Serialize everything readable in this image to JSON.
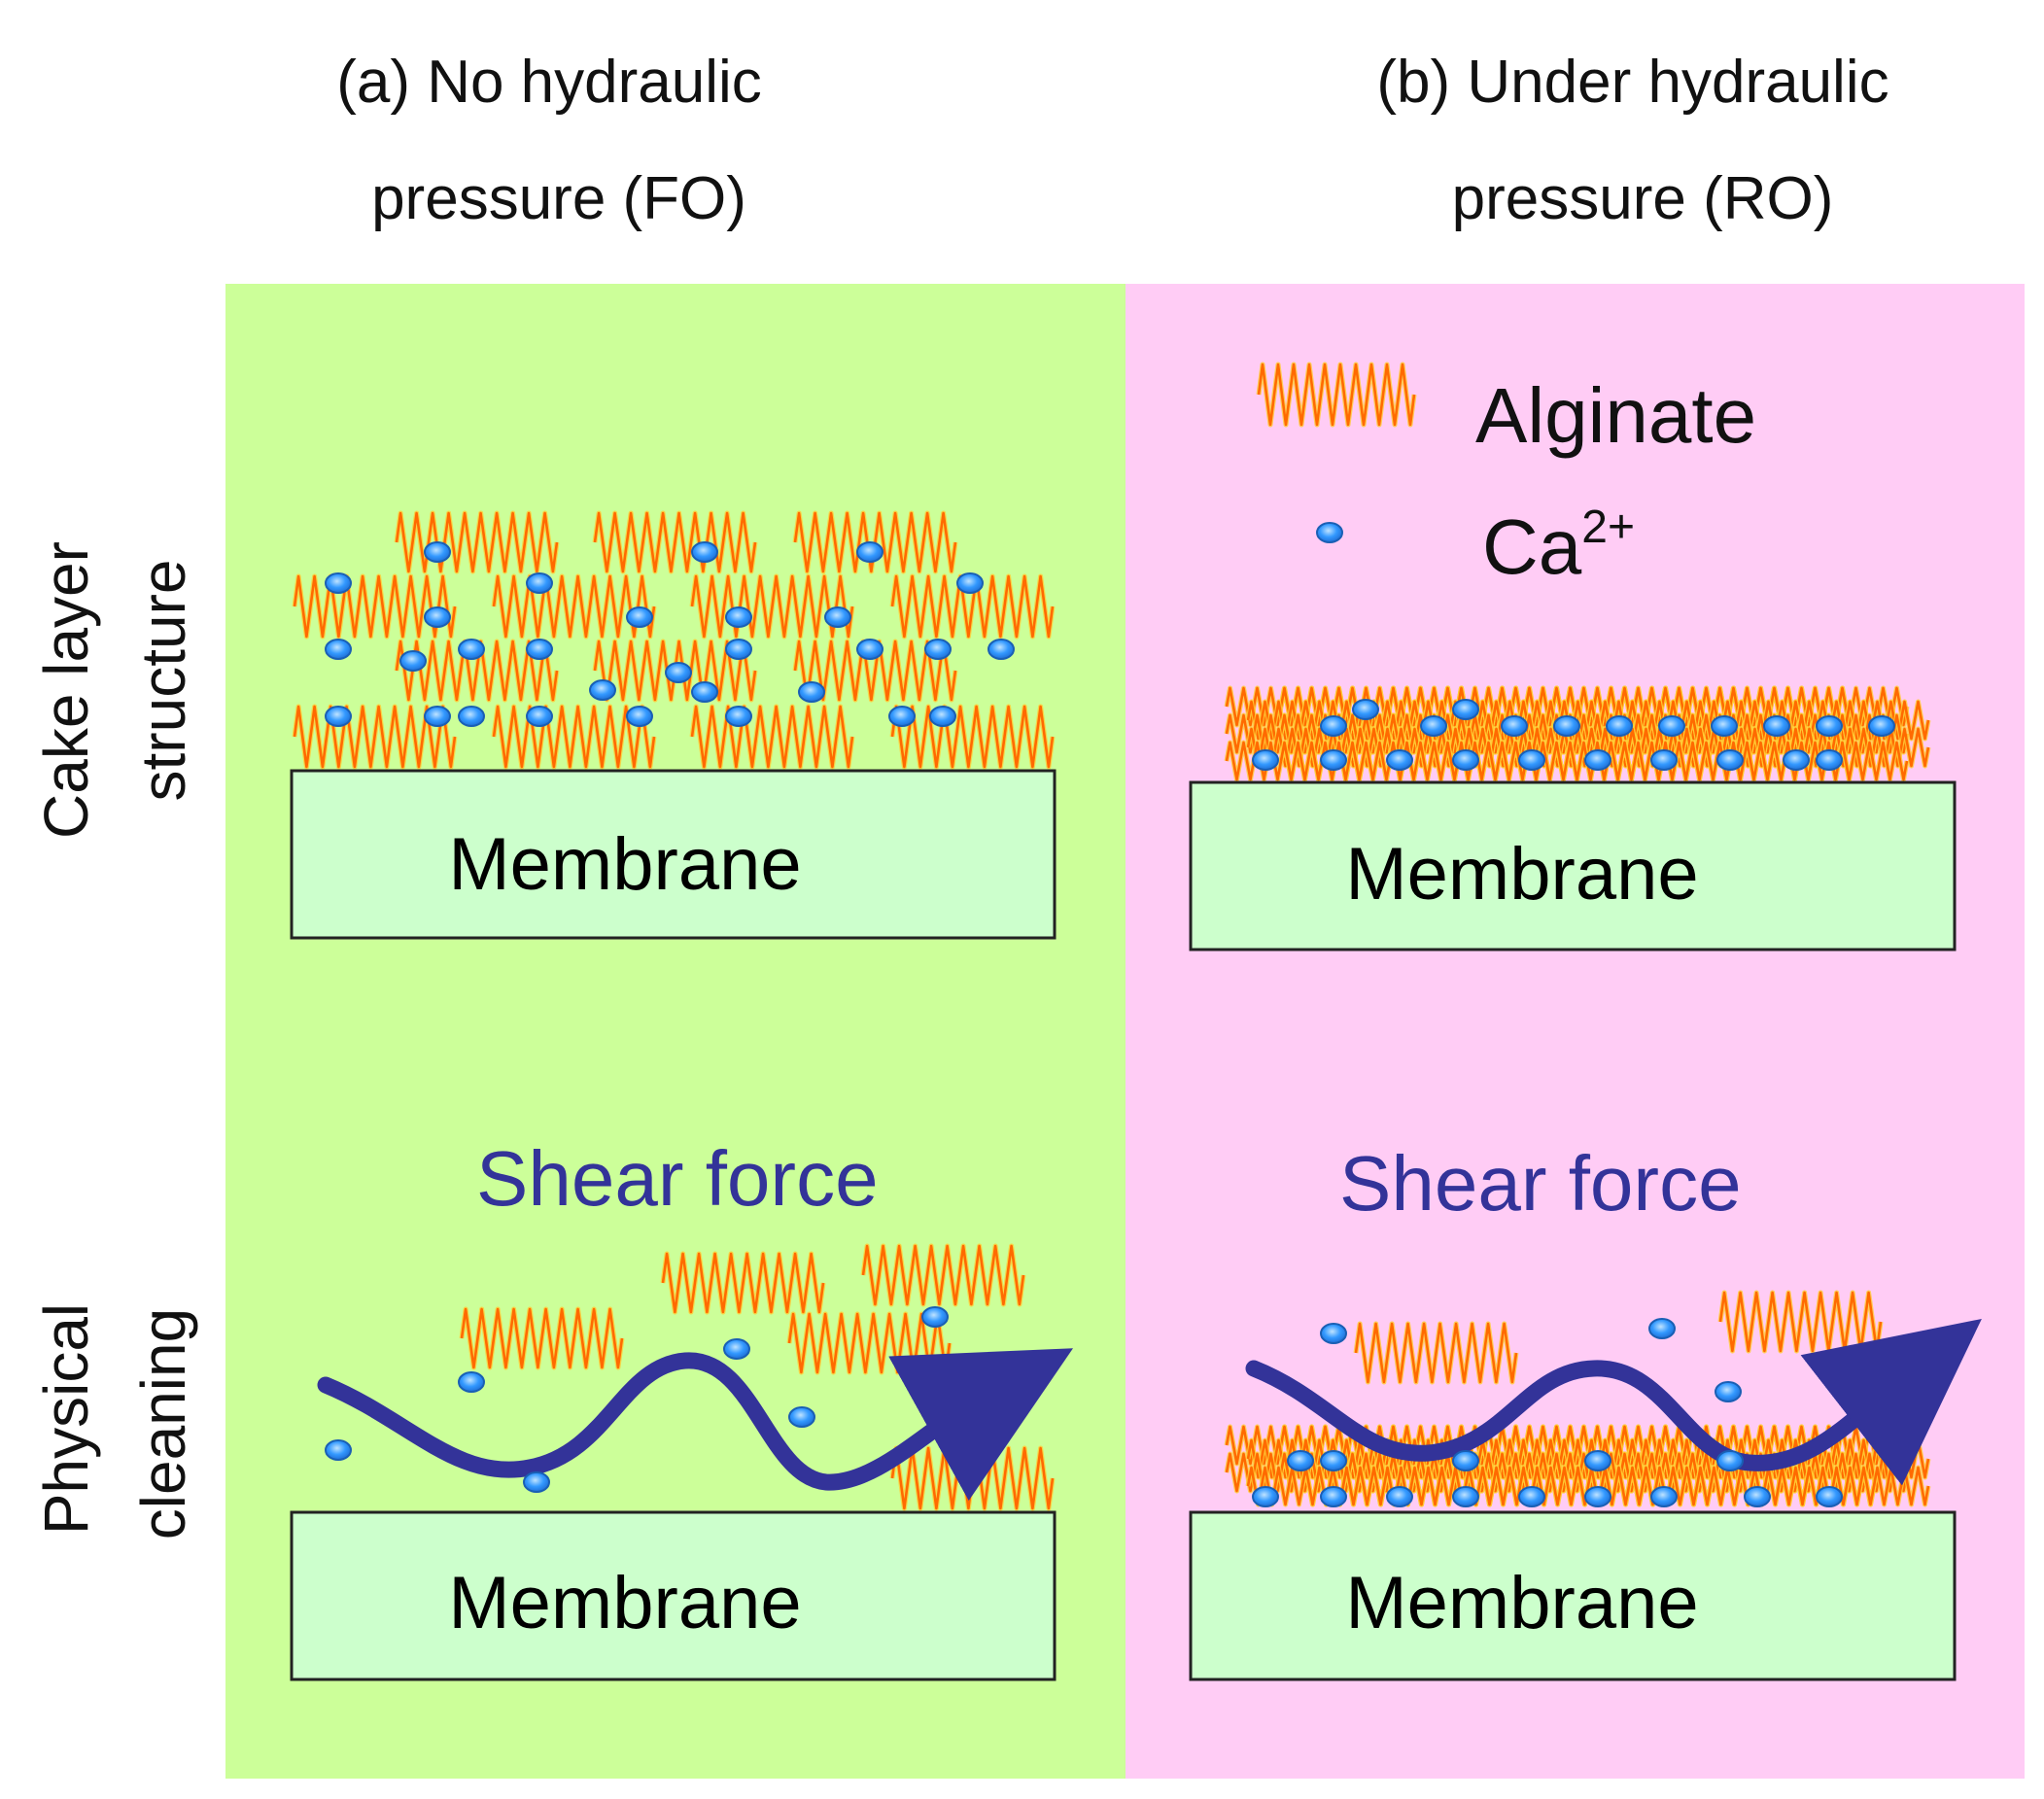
{
  "titles": {
    "a_line1": "(a) No hydraulic",
    "a_line2": "pressure (FO)",
    "b_line1": "(b) Under hydraulic",
    "b_line2": "pressure (RO)"
  },
  "row_labels": {
    "cake_line1": "Cake layer",
    "cake_line2": "structure",
    "clean_line1": "Physical",
    "clean_line2": "cleaning"
  },
  "membrane_label": "Membrane",
  "shear_label": "Shear force",
  "legend": {
    "alginate": "Alginate",
    "calcium_base": "Ca",
    "calcium_sup": "2+"
  },
  "colors": {
    "panel_fo": "#ccff99",
    "panel_ro": "#ffccf5",
    "membrane_fill": "#ccffcc",
    "alginate_stroke": "#ff6a00",
    "alginate_glow": "#ffcc33",
    "calcium_fill": "#3399ff",
    "arrow": "#333399",
    "shear_text": "#333399"
  }
}
